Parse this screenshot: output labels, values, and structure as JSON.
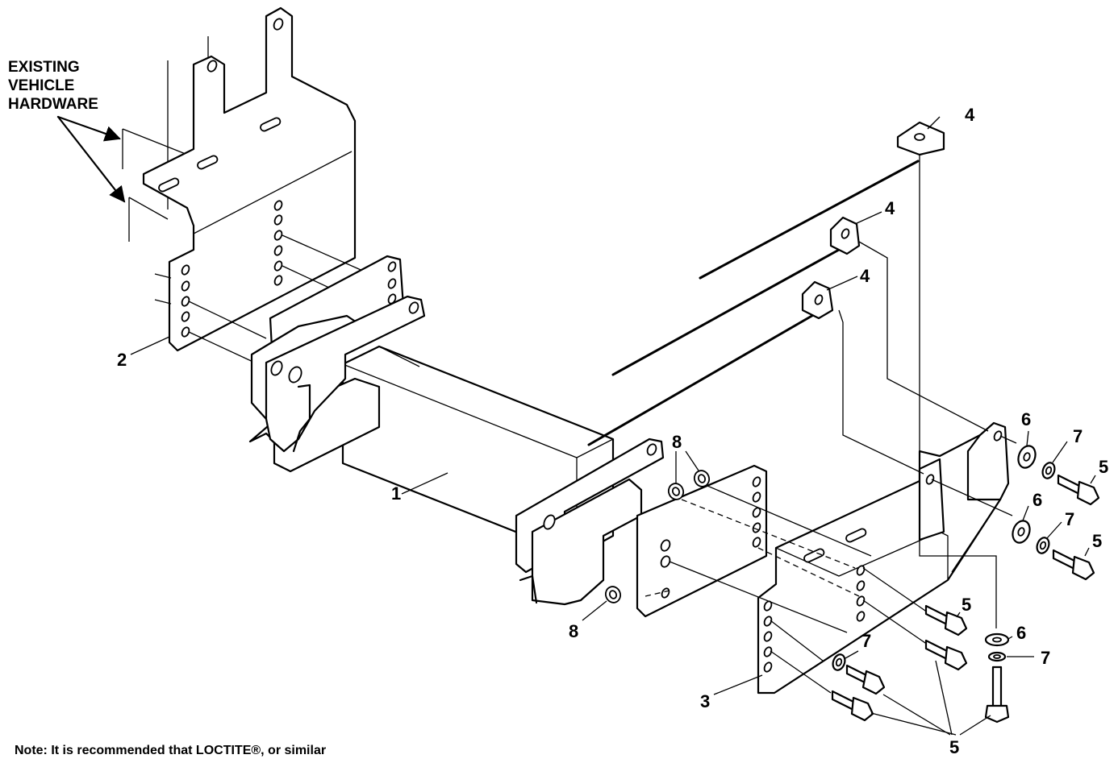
{
  "callout": {
    "lines": [
      "EXISTING",
      "VEHICLE",
      "HARDWARE"
    ]
  },
  "note": "Note: It is recommended that LOCTITE®, or similar",
  "part_labels": {
    "p1": "1",
    "p2": "2",
    "p3": "3",
    "p4a": "4",
    "p4b": "4",
    "p4c": "4",
    "p5a": "5",
    "p5b": "5",
    "p5c": "5",
    "p5d": "5",
    "p6a": "6",
    "p6b": "6",
    "p6c": "6",
    "p7a": "7",
    "p7b": "7",
    "p7c": "7",
    "p7d": "7",
    "p8a": "8",
    "p8b": "8"
  }
}
